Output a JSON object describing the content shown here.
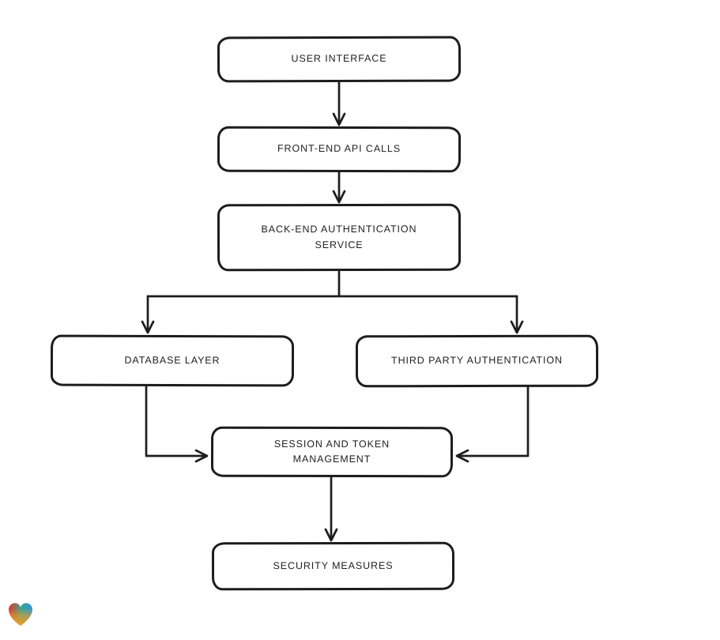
{
  "diagram": {
    "type": "flowchart",
    "nodes": [
      {
        "id": "user-interface",
        "label": "USER INTERFACE"
      },
      {
        "id": "front-end-api-calls",
        "label": "FRONT-END API CALLS"
      },
      {
        "id": "back-end-authentication-service",
        "label": "BACK-END AUTHENTICATION SERVICE"
      },
      {
        "id": "database-layer",
        "label": "DATABASE LAYER"
      },
      {
        "id": "third-party-authentication",
        "label": "THIRD PARTY AUTHENTICATION"
      },
      {
        "id": "session-and-token-management",
        "label": "SESSION AND TOKEN MANAGEMENT"
      },
      {
        "id": "security-measures",
        "label": "SECURITY MEASURES"
      }
    ],
    "edges": [
      {
        "from": "user-interface",
        "to": "front-end-api-calls"
      },
      {
        "from": "front-end-api-calls",
        "to": "back-end-authentication-service"
      },
      {
        "from": "back-end-authentication-service",
        "to": "database-layer"
      },
      {
        "from": "back-end-authentication-service",
        "to": "third-party-authentication"
      },
      {
        "from": "database-layer",
        "to": "session-and-token-management"
      },
      {
        "from": "third-party-authentication",
        "to": "session-and-token-management"
      },
      {
        "from": "session-and-token-management",
        "to": "security-measures"
      }
    ],
    "style": {
      "stroke_color": "#1d1d1d",
      "box_fill": "#ffffff",
      "text_color": "#1f1f1f",
      "background": "#ffffff"
    },
    "logo": {
      "name": "heart-logo",
      "colors": [
        "#e63227",
        "#3ba68c",
        "#2d93dd",
        "#f6a01f"
      ]
    }
  }
}
